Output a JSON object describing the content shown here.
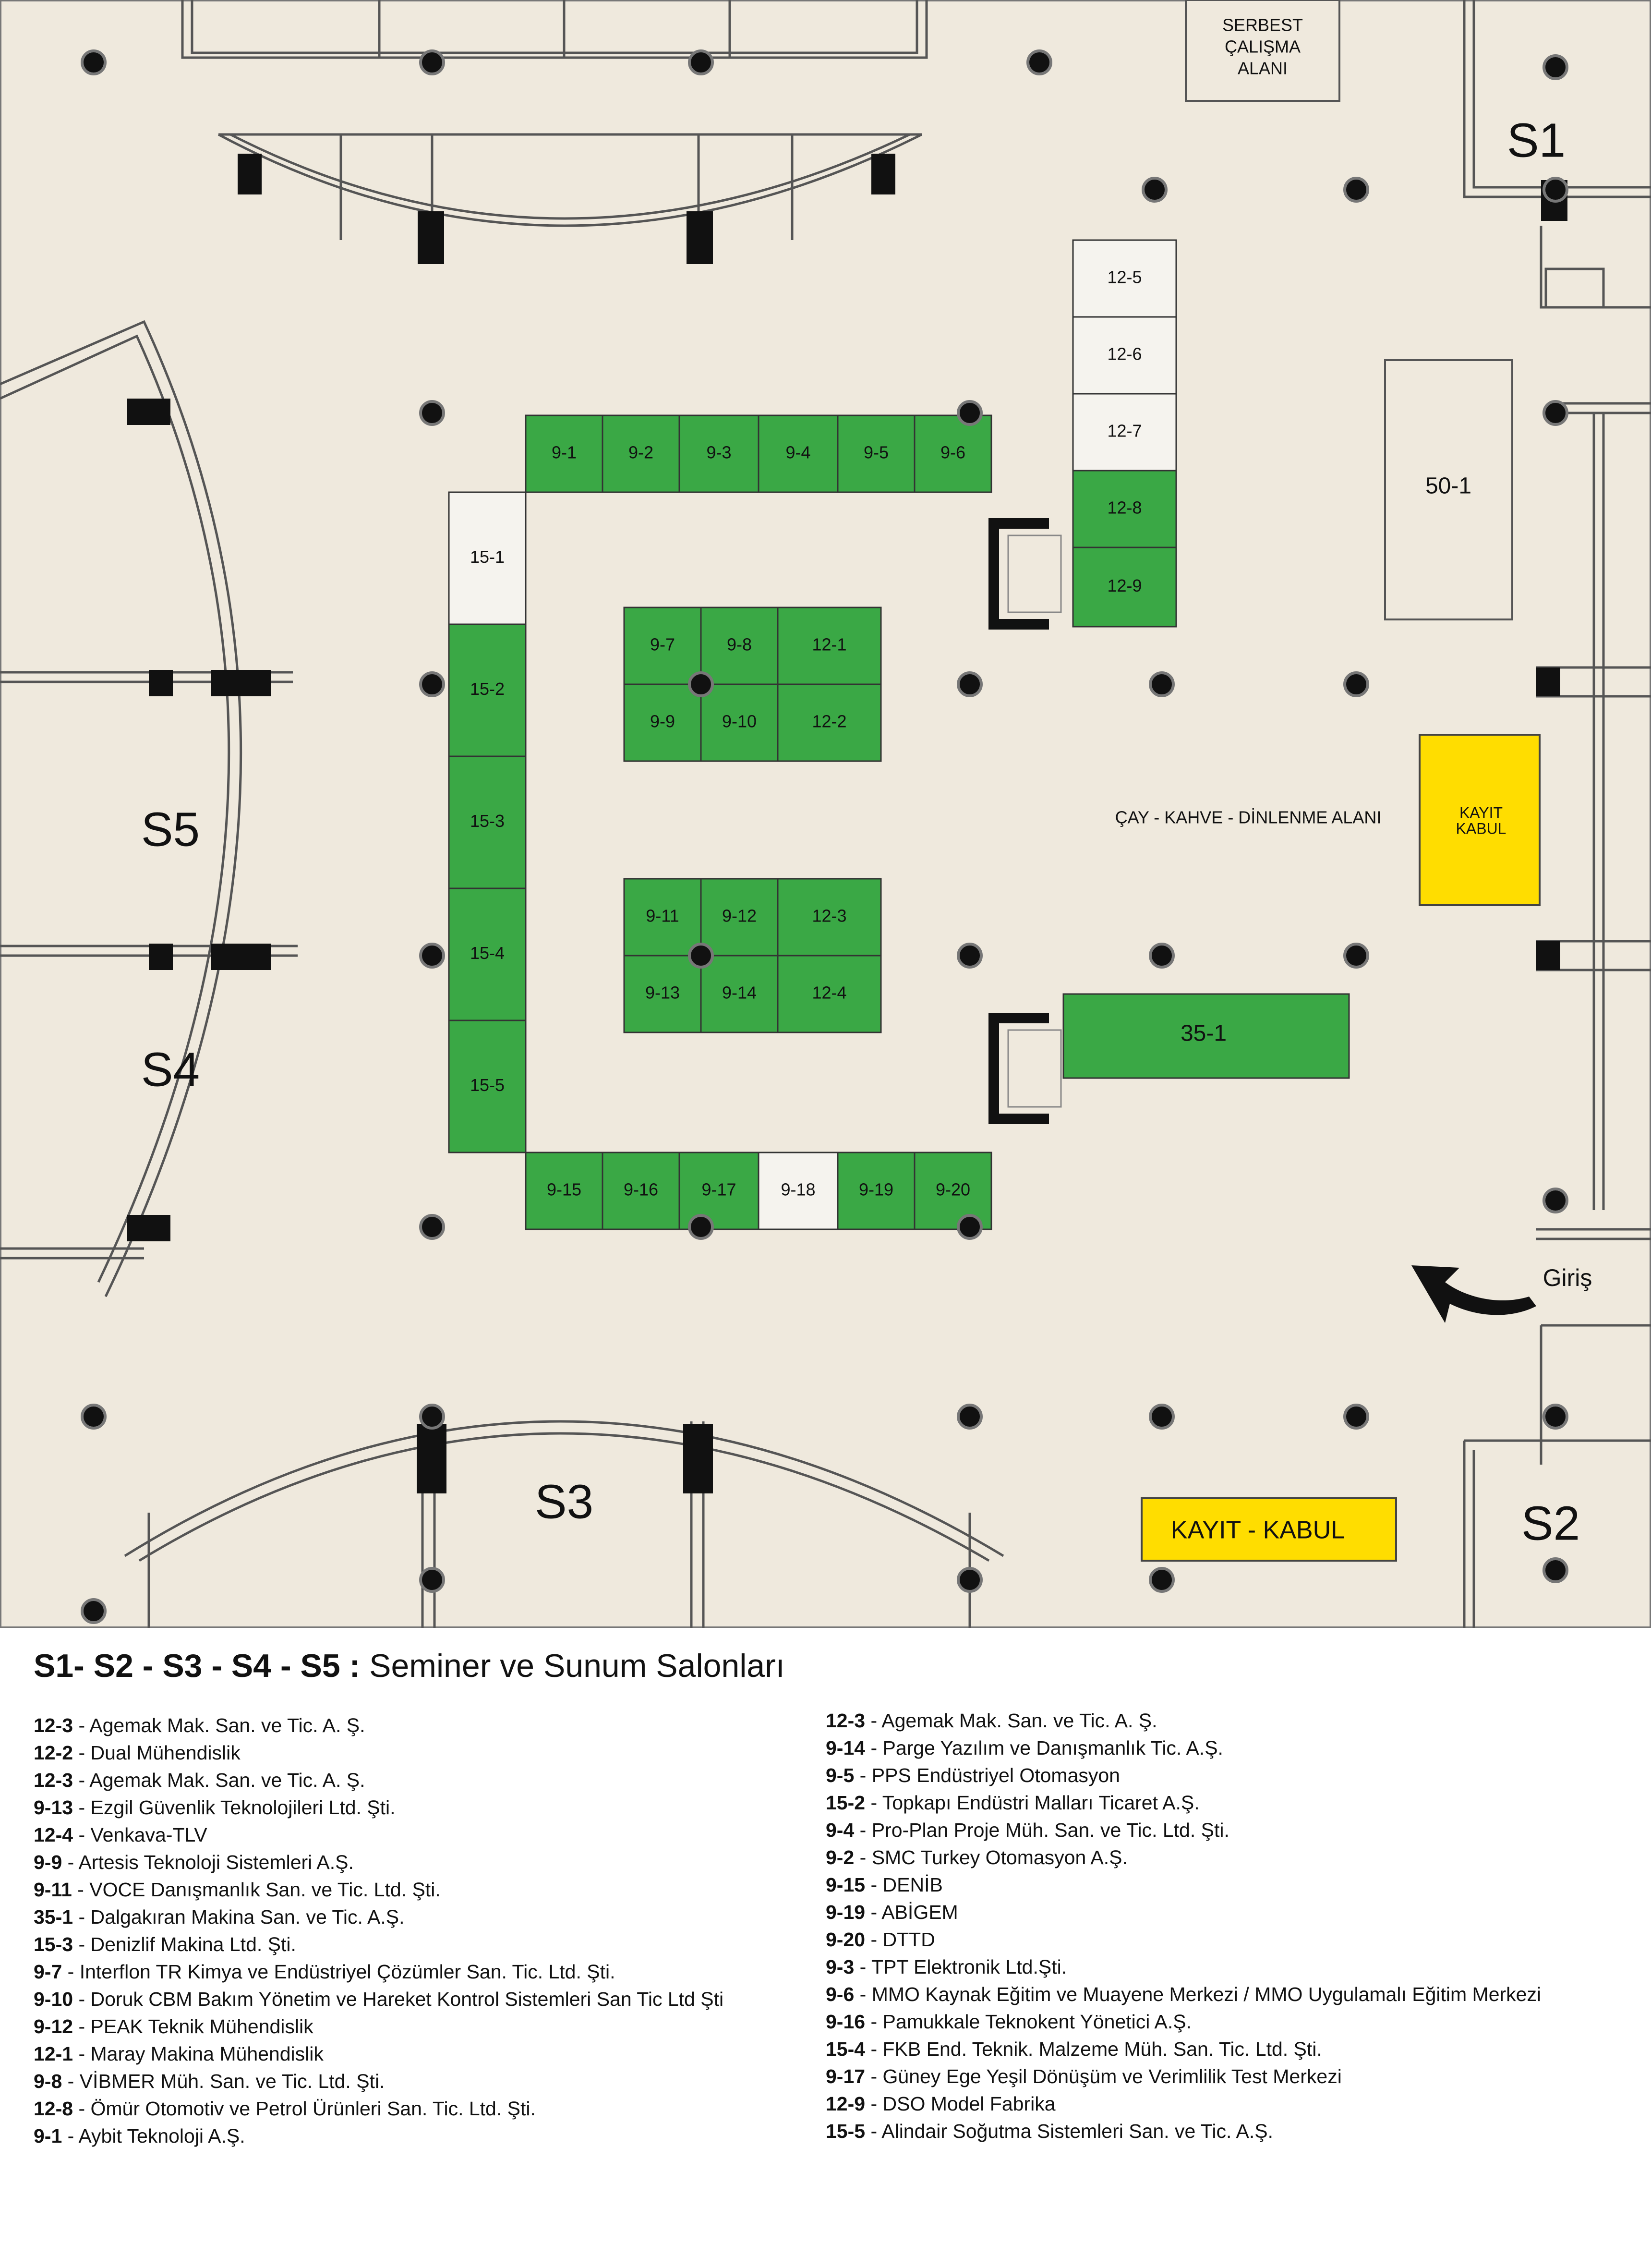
{
  "colors": {
    "floor": "#efe9dd",
    "green_booth": "#3aa845",
    "empty_booth": "#f5f3ee",
    "yellow": "#ffdd00",
    "wall": "#555555",
    "column": "#111111"
  },
  "halls": {
    "s1": "S1",
    "s2": "S2",
    "s3": "S3",
    "s4": "S4",
    "s5": "S5"
  },
  "areas": {
    "serbest_line1": "SERBEST",
    "serbest_line2": "ÇALIŞMA",
    "serbest_line3": "ALANI",
    "cay_kahve": "ÇAY - KAHVE - DİNLENME ALANI",
    "kayit_kabul_side_line1": "KAYIT",
    "kayit_kabul_side_line2": "KABUL",
    "kayit_kabul_bottom": "KAYIT - KABUL",
    "giris": "Giriş",
    "booth_50_1": "50-1",
    "booth_35_1": "35-1"
  },
  "booths": [
    {
      "id": "9-1",
      "status": "occupied"
    },
    {
      "id": "9-2",
      "status": "occupied"
    },
    {
      "id": "9-3",
      "status": "occupied"
    },
    {
      "id": "9-4",
      "status": "occupied"
    },
    {
      "id": "9-5",
      "status": "occupied"
    },
    {
      "id": "9-6",
      "status": "occupied"
    },
    {
      "id": "15-1",
      "status": "empty"
    },
    {
      "id": "15-2",
      "status": "occupied"
    },
    {
      "id": "15-3",
      "status": "occupied"
    },
    {
      "id": "15-4",
      "status": "occupied"
    },
    {
      "id": "15-5",
      "status": "occupied"
    },
    {
      "id": "9-15",
      "status": "occupied"
    },
    {
      "id": "9-16",
      "status": "occupied"
    },
    {
      "id": "9-17",
      "status": "occupied"
    },
    {
      "id": "9-18",
      "status": "empty"
    },
    {
      "id": "9-19",
      "status": "occupied"
    },
    {
      "id": "9-20",
      "status": "occupied"
    },
    {
      "id": "9-7",
      "status": "occupied"
    },
    {
      "id": "9-8",
      "status": "occupied"
    },
    {
      "id": "12-1",
      "status": "occupied"
    },
    {
      "id": "9-9",
      "status": "occupied"
    },
    {
      "id": "9-10",
      "status": "occupied"
    },
    {
      "id": "12-2",
      "status": "occupied"
    },
    {
      "id": "9-11",
      "status": "occupied"
    },
    {
      "id": "9-12",
      "status": "occupied"
    },
    {
      "id": "12-3",
      "status": "occupied"
    },
    {
      "id": "9-13",
      "status": "occupied"
    },
    {
      "id": "9-14",
      "status": "occupied"
    },
    {
      "id": "12-4",
      "status": "occupied"
    },
    {
      "id": "12-5",
      "status": "empty"
    },
    {
      "id": "12-6",
      "status": "empty"
    },
    {
      "id": "12-7",
      "status": "empty"
    },
    {
      "id": "12-8",
      "status": "occupied"
    },
    {
      "id": "12-9",
      "status": "occupied"
    }
  ],
  "legend": {
    "title_halls": "S1- S2 - S3 - S4 - S5 :",
    "title_desc": " Seminer ve Sunum Salonları",
    "left": [
      {
        "code": "12-3",
        "name": " - Agemak Mak. San. ve Tic. A. Ş."
      },
      {
        "code": "12-2",
        "name": " - Dual Mühendislik"
      },
      {
        "code": "12-3",
        "name": " - Agemak Mak. San. ve Tic. A. Ş."
      },
      {
        "code": "9-13",
        "name": " - Ezgil Güvenlik Teknolojileri Ltd. Şti."
      },
      {
        "code": "12-4",
        "name": " - Venkava-TLV"
      },
      {
        "code": "9-9",
        "name": " - Artesis Teknoloji Sistemleri A.Ş."
      },
      {
        "code": "9-11",
        "name": " - VOCE Danışmanlık San. ve Tic. Ltd. Şti."
      },
      {
        "code": "35-1",
        "name": " - Dalgakıran Makina San. ve Tic. A.Ş."
      },
      {
        "code": "15-3",
        "name": " - Denizlif Makina Ltd. Şti."
      },
      {
        "code": "9-7",
        "name": " - Interflon TR Kimya ve Endüstriyel Çözümler San. Tic. Ltd. Şti."
      },
      {
        "code": "9-10",
        "name": " - Doruk CBM Bakım Yönetim ve Hareket Kontrol Sistemleri San Tic Ltd Şti"
      },
      {
        "code": "9-12",
        "name": " - PEAK Teknik Mühendislik"
      },
      {
        "code": "12-1",
        "name": " - Maray Makina Mühendislik"
      },
      {
        "code": "9-8",
        "name": "  - VİBMER Müh. San. ve Tic. Ltd. Şti."
      },
      {
        "code": "12-8",
        "name": " - Ömür Otomotiv ve Petrol Ürünleri San. Tic. Ltd. Şti."
      },
      {
        "code": "9-1",
        "name": " - Aybit Teknoloji A.Ş."
      }
    ],
    "right": [
      {
        "code": "12-3",
        "name": " - Agemak Mak. San. ve Tic. A. Ş."
      },
      {
        "code": "9-14",
        "name": " - Parge Yazılım ve Danışmanlık Tic. A.Ş."
      },
      {
        "code": "9-5",
        "name": " - PPS Endüstriyel Otomasyon"
      },
      {
        "code": "15-2",
        "name": " - Topkapı Endüstri Malları Ticaret A.Ş."
      },
      {
        "code": "9-4",
        "name": " - Pro-Plan Proje Müh. San. ve Tic. Ltd. Şti."
      },
      {
        "code": "9-2",
        "name": " - SMC Turkey Otomasyon A.Ş."
      },
      {
        "code": "9-15",
        "name": " - DENİB"
      },
      {
        "code": "9-19",
        "name": " - ABİGEM"
      },
      {
        "code": "9-20",
        "name": " - DTTD"
      },
      {
        "code": "9-3",
        "name": " - TPT Elektronik Ltd.Şti."
      },
      {
        "code": "9-6",
        "name": " - MMO Kaynak Eğitim ve Muayene Merkezi / MMO Uygulamalı Eğitim Merkezi"
      },
      {
        "code": "9-16",
        "name": " - Pamukkale Teknokent Yönetici A.Ş."
      },
      {
        "code": "15-4",
        "name": " - FKB End. Teknik. Malzeme Müh. San. Tic. Ltd. Şti."
      },
      {
        "code": "9-17",
        "name": " - Güney Ege Yeşil Dönüşüm ve Verimlilik Test Merkezi"
      },
      {
        "code": "12-9",
        "name": " - DSO Model Fabrika"
      },
      {
        "code": "15-5",
        "name": " - Alindair Soğutma Sistemleri San. ve Tic. A.Ş."
      }
    ]
  }
}
